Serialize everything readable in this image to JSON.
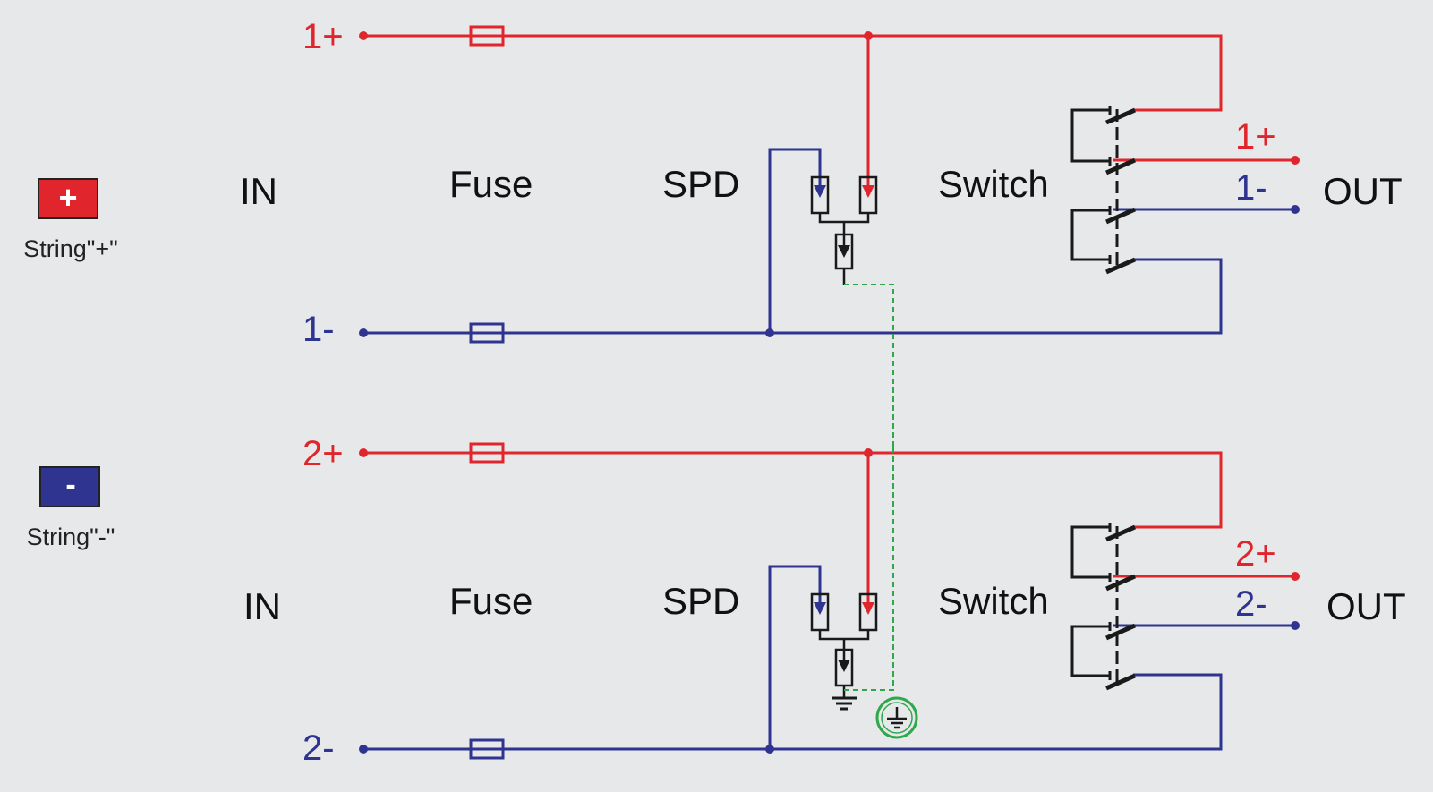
{
  "legend": {
    "positive": {
      "symbol": "+",
      "label": "String\"+\""
    },
    "negative": {
      "symbol": "-",
      "label": "String\"-\""
    }
  },
  "colors": {
    "background": "#e6e8ea",
    "positive": "#e0262c",
    "negative": "#2e3490",
    "ground": "#2ea84a",
    "device": "#1a1a1a"
  },
  "circuits": [
    {
      "in_label": "IN",
      "out_label": "OUT",
      "fuse_label": "Fuse",
      "spd_label": "SPD",
      "switch_label": "Switch",
      "in_pos": "1+",
      "in_neg": "1-",
      "out_pos": "1+",
      "out_neg": "1-"
    },
    {
      "in_label": "IN",
      "out_label": "OUT",
      "fuse_label": "Fuse",
      "spd_label": "SPD",
      "switch_label": "Switch",
      "in_pos": "2+",
      "in_neg": "2-",
      "out_pos": "2+",
      "out_neg": "2-"
    }
  ],
  "icons": {
    "ground": "ground-symbol-icon",
    "protective_earth": "protective-earth-icon"
  }
}
